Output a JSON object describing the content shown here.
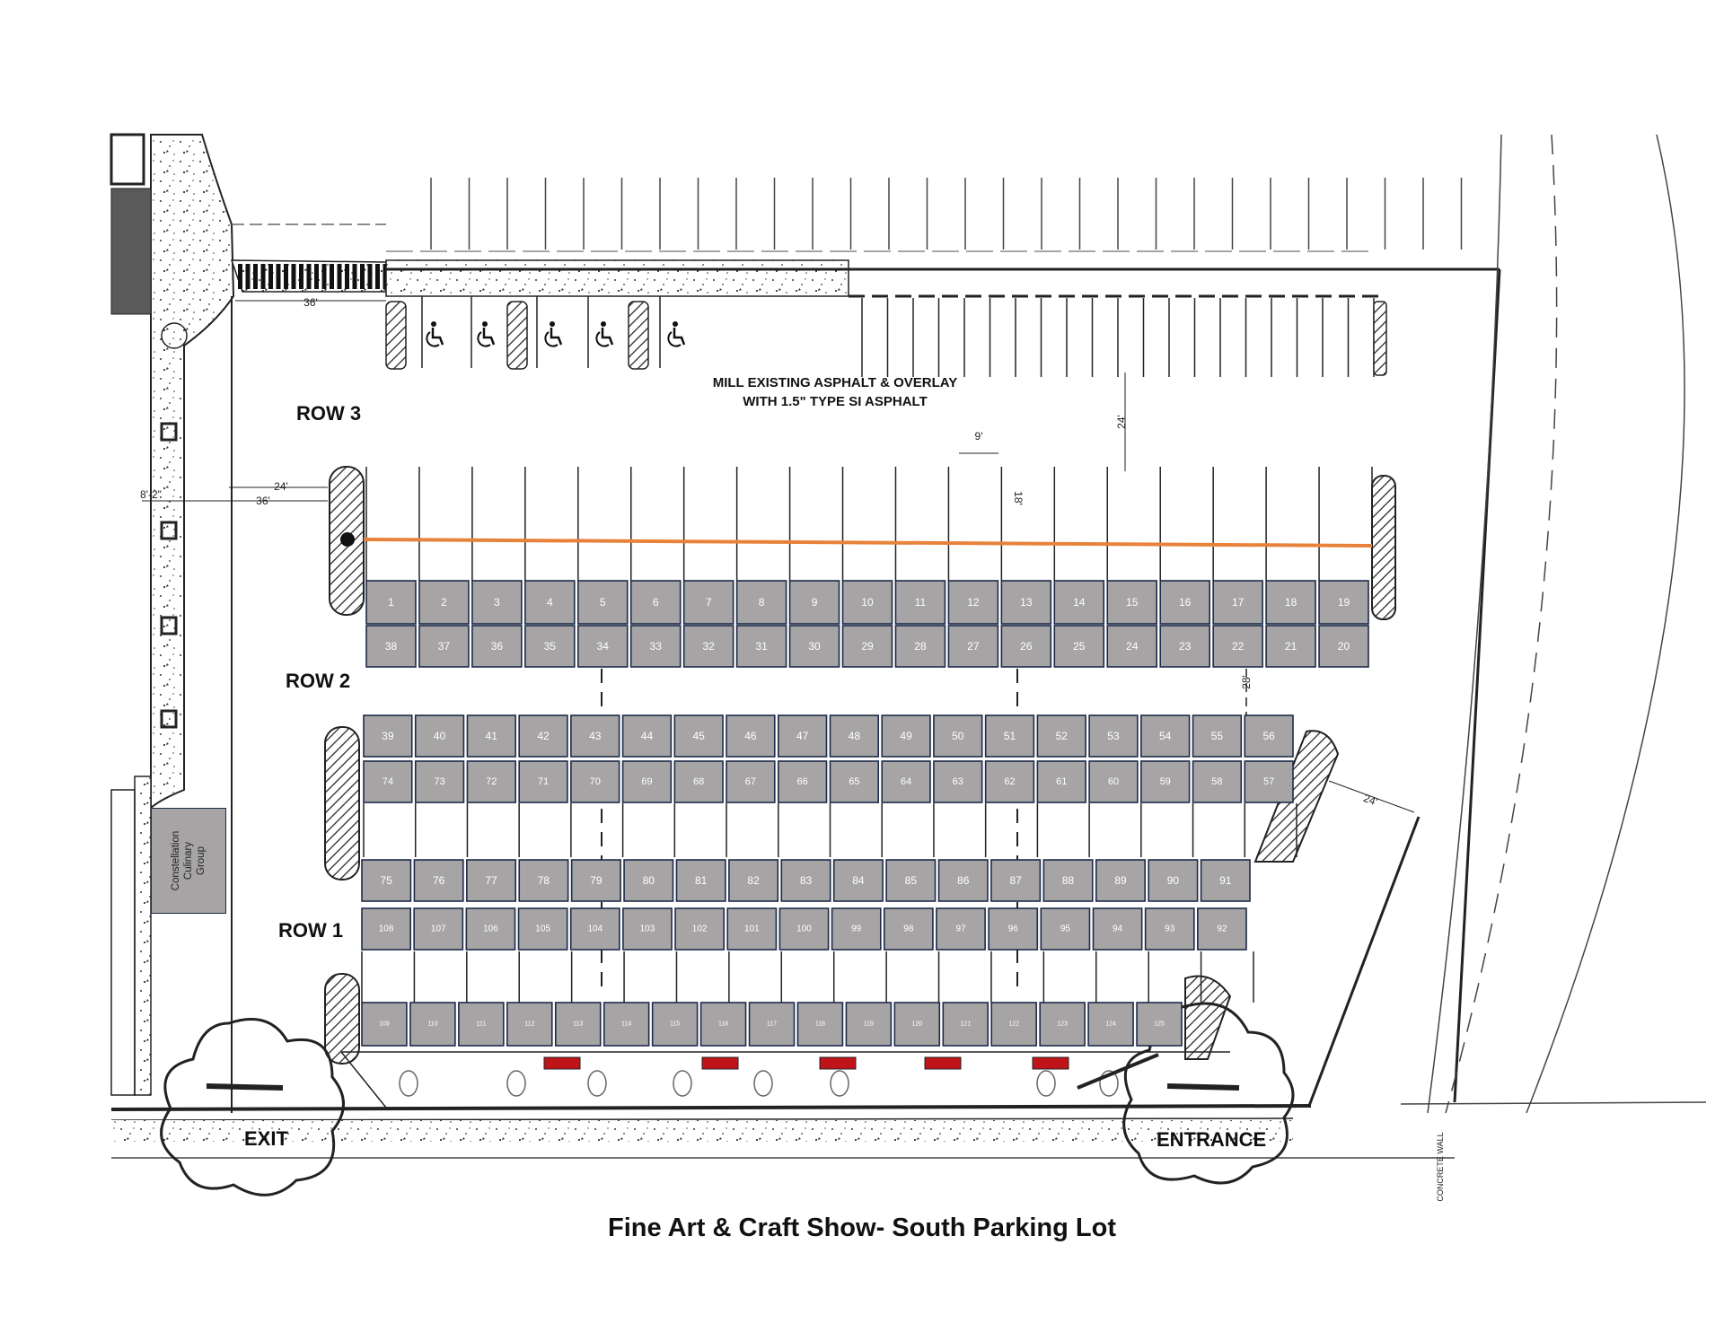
{
  "title": "Fine Art & Craft Show- South Parking Lot",
  "row_labels": {
    "row3": "ROW 3",
    "row2": "ROW 2",
    "row1": "ROW 1"
  },
  "gates": {
    "exit": "EXIT",
    "entrance": "ENTRANCE"
  },
  "vendor": {
    "name": "Constellation\nCulinary\nGroup"
  },
  "notes": {
    "mill": "MILL EXISTING ASPHALT & OVERLAY",
    "mill2": "WITH 1.5\" TYPE SI ASPHALT",
    "concrete_wall": "CONCRETE WALL"
  },
  "dimensions": {
    "d36_top": "36'",
    "d24_left": "24'",
    "d36_left": "36'",
    "d9": "9'",
    "d18": "18'",
    "d24_mid": "24'",
    "d28": "28'",
    "d24_right": "24'",
    "d8": "8'-2\""
  },
  "colors": {
    "booth_fill": "#a7a4a5",
    "booth_border": "#1d2b4a",
    "orange_line": "#e8823a",
    "red_marker": "#c0141b"
  },
  "booth_rows": [
    {
      "id": "row3-front",
      "numbers": [
        1,
        2,
        3,
        4,
        5,
        6,
        7,
        8,
        9,
        10,
        11,
        12,
        13,
        14,
        15,
        16,
        17,
        18,
        19
      ]
    },
    {
      "id": "row3-back",
      "numbers": [
        38,
        37,
        36,
        35,
        34,
        33,
        32,
        31,
        30,
        29,
        28,
        27,
        26,
        25,
        24,
        23,
        22,
        21,
        20
      ]
    },
    {
      "id": "row2-front",
      "numbers": [
        39,
        40,
        41,
        42,
        43,
        44,
        45,
        46,
        47,
        48,
        49,
        50,
        51,
        52,
        53,
        54,
        55,
        56
      ]
    },
    {
      "id": "row2-back",
      "numbers": [
        74,
        73,
        72,
        71,
        70,
        69,
        68,
        67,
        66,
        65,
        64,
        63,
        62,
        61,
        60,
        59,
        58,
        57
      ]
    },
    {
      "id": "row1-front",
      "numbers": [
        75,
        76,
        77,
        78,
        79,
        80,
        81,
        82,
        83,
        84,
        85,
        86,
        87,
        88,
        89,
        90,
        91
      ]
    },
    {
      "id": "row1-back",
      "numbers": [
        108,
        107,
        106,
        105,
        104,
        103,
        102,
        101,
        100,
        99,
        98,
        97,
        96,
        95,
        94,
        93,
        92
      ]
    },
    {
      "id": "row0",
      "numbers": [
        109,
        110,
        111,
        112,
        113,
        114,
        115,
        116,
        117,
        118,
        119,
        120,
        121,
        122,
        123,
        124,
        125
      ]
    }
  ]
}
